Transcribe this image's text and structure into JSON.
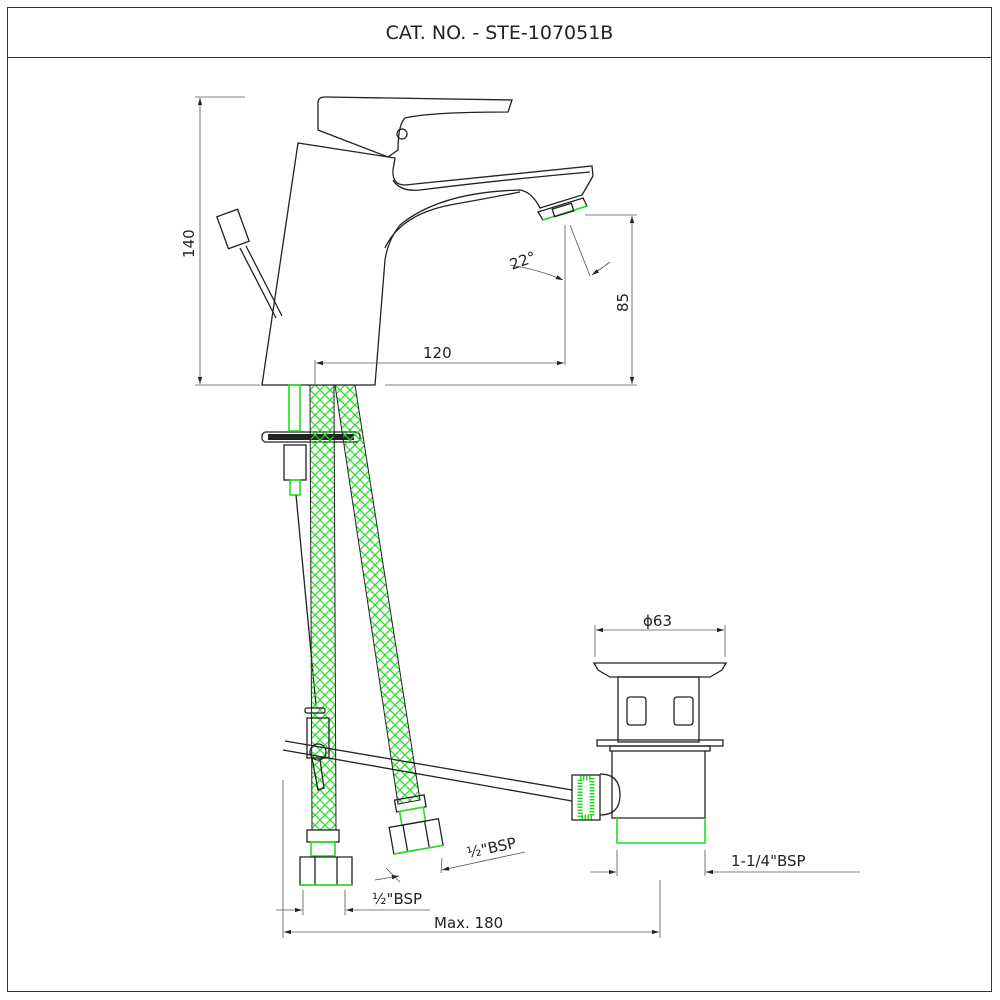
{
  "header": {
    "title": "CAT. NO. - STE-107051B"
  },
  "dimensions": {
    "height_total": "140",
    "spout_height": "85",
    "spout_reach": "120",
    "spout_angle": "22°",
    "drain_diameter": "ϕ63",
    "hose_thread_left": "½\"BSP",
    "hose_thread_right": "½\"BSP",
    "drain_thread": "1-1/4\"BSP",
    "max_length": "Max. 180"
  },
  "colors": {
    "hose": "#22dd22",
    "line": "#222222"
  }
}
